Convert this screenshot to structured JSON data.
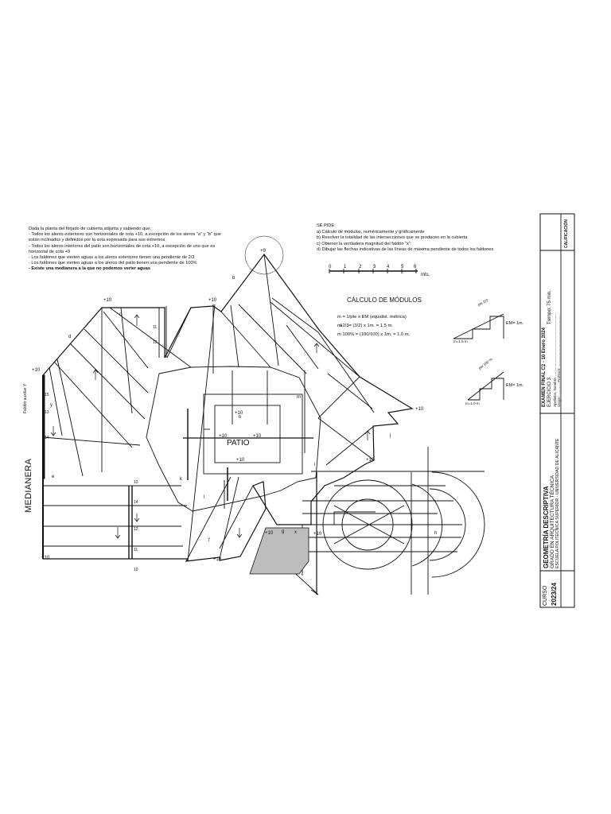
{
  "intro": {
    "lines": [
      "Dada la planta del forjado de cubierta adjunta y sabiendo que:",
      "- Todos los aleros exteriores son horizontales de cota +10, a excepción de los aleros \"a\" y \"b\" que",
      "  están inclinados y definidos por la cota expresada para sus extremos.",
      "- Todos los aleros interiores del patio son horizontales de cota +10, a excepción de uno que es",
      "  horizontal de cota +9",
      "- Los faldones que vierten aguas a los aleros exteriores tienen una pendiente de 2/3",
      "- Los faldones que vierten aguas a los aleros del patio tienen una pendiente de 100%",
      "- Existe una medianera a la que no podemos verter aguas"
    ]
  },
  "se_pide": {
    "title": "SE PIDE:",
    "items": [
      "a) Cálculo de módulos, numéricamente y gráficamente",
      "b) Resolver la totalidad de las intersecciones que se producen en la cubierta",
      "c) Obtener la verdadera magnitud del faldón \"x\"",
      "d) Dibujar las flechas indicativas de las líneas de máxima pendiente de todos los faldones"
    ]
  },
  "scale": {
    "ticks": [
      "0",
      "1",
      "2",
      "3",
      "4",
      "5",
      "6"
    ],
    "unit": "mts."
  },
  "modulos": {
    "title": "CÁLCULO DE MÓDULOS",
    "lines": [
      "m = 1/pte x EM (equidist. métrica)",
      "m 2/3= (3/2) x 1m. = 1,5 m.",
      "m 100% = (100/100) x 1m. = 1,0 m."
    ],
    "diagram1": {
      "slope": "pte 2/3",
      "em": "EM= 1m.",
      "mod": "m=1.5 m."
    },
    "diagram2": {
      "slope": "pte 100 %",
      "em": "EM= 1m.",
      "mod": "m=1.0 m."
    }
  },
  "plan": {
    "patio_label": "PATIO",
    "medianera_label": "MEDIANERA",
    "faldon_label": "Faldón auxiliar Y",
    "cota_labels": [
      "+10",
      "+10",
      "+10",
      "+10",
      "+10",
      "+10",
      "+10",
      "+9",
      "+10",
      "+10",
      "+10",
      "+10",
      "+10",
      "+10"
    ],
    "letters": [
      "a",
      "b",
      "c",
      "d",
      "e",
      "f",
      "g",
      "h",
      "i",
      "j",
      "k",
      "l",
      "m",
      "n",
      "y",
      "x"
    ]
  },
  "cajetin": {
    "curso_label": "CURSO",
    "curso": "2023/24",
    "subject": "GEOMETRÍA DESCRIPTIVA",
    "degree": "GRADO EN ARQUITECTURA TÉCNICA",
    "school": "ESCUELA POLITÉCNICA SUPERIOR - UNIVERSIDAD DE ALICANTE",
    "exam": "EXAMEN FINAL C2 - 10 Enero 2024",
    "exercise": "EJERCICIO 3",
    "time": "Tiempo: 75 min.",
    "nombre": "Apellidos, Nombre: ...............................................................",
    "grupo": "Grupo: ............ Profesor: ....................................................",
    "calificacion": "CALIFICACIÓN"
  }
}
